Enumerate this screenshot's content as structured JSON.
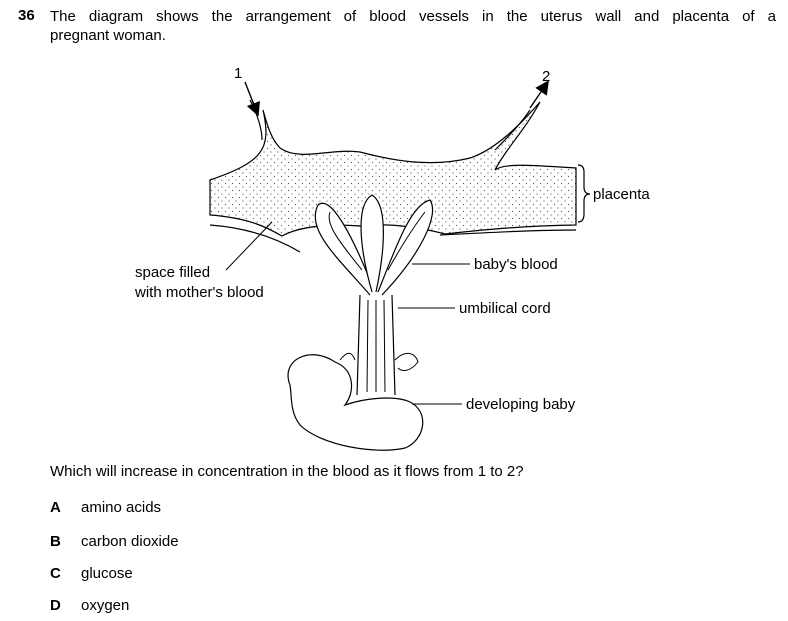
{
  "question": {
    "number": "36",
    "stem_line1": "The diagram shows the arrangement of blood vessels in the uterus wall and placenta of a",
    "stem_line2": "pregnant woman.",
    "prompt": "Which will increase in concentration in the blood as it flows from 1 to 2?"
  },
  "diagram": {
    "label_1": "1",
    "label_2": "2",
    "placenta": "placenta",
    "space_line1": "space filled",
    "space_line2": "with mother's blood",
    "babys_blood": "baby's blood",
    "umbilical_cord": "umbilical cord",
    "developing_baby": "developing baby"
  },
  "options": [
    {
      "letter": "A",
      "text": "amino acids"
    },
    {
      "letter": "B",
      "text": "carbon dioxide"
    },
    {
      "letter": "C",
      "text": "glucose"
    },
    {
      "letter": "D",
      "text": "oxygen"
    }
  ]
}
